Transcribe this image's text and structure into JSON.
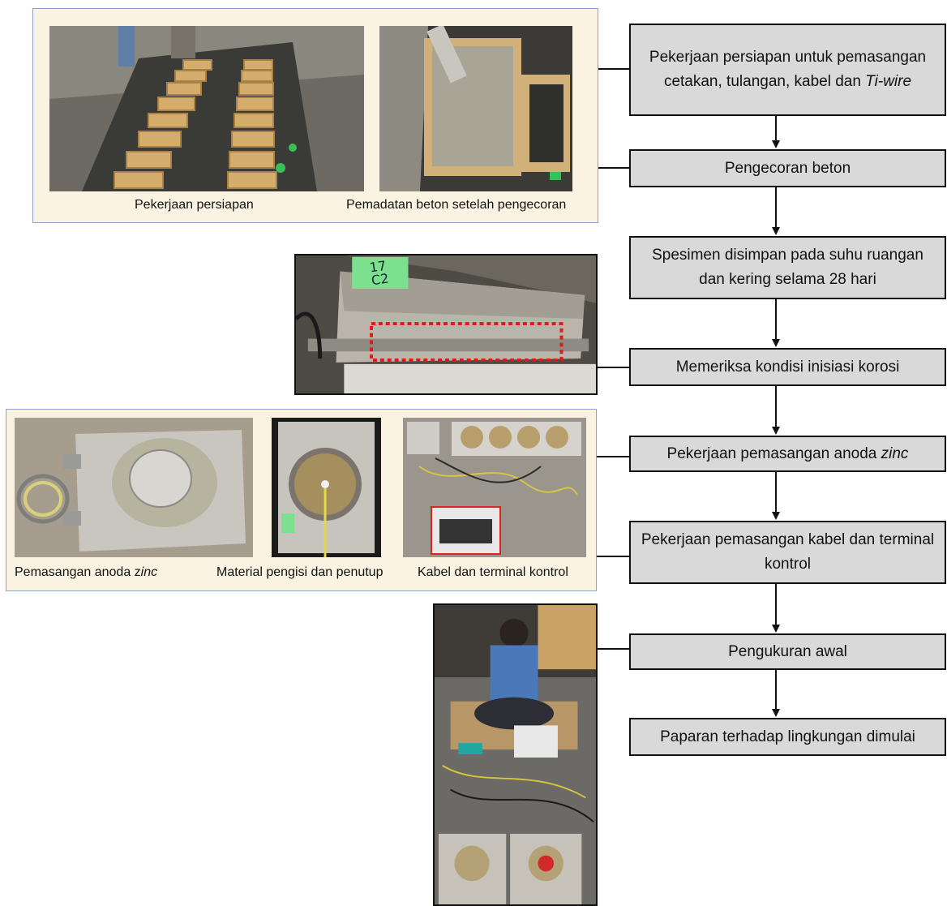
{
  "panels": {
    "top": {
      "caption_left": "Pekerjaan persiapan",
      "caption_right": "Pemadatan beton setelah pengecoran"
    },
    "middle": {
      "specimen_label": "17\nC2"
    },
    "anode": {
      "caption_1_pre": "Pemasangan anoda z",
      "caption_1_italic": "inc",
      "caption_2": "Material pengisi dan penutup",
      "caption_3": "Kabel dan terminal kontrol"
    }
  },
  "steps": [
    {
      "pre": "Pekerjaan persiapan untuk pemasangan cetakan, tulangan, kabel dan ",
      "italic": "Ti-wire",
      "post": ""
    },
    {
      "pre": "Pengecoran beton",
      "italic": "",
      "post": ""
    },
    {
      "pre": "Spesimen disimpan pada suhu ruangan dan kering selama 28 hari",
      "italic": "",
      "post": ""
    },
    {
      "pre": "Memeriksa kondisi inisiasi korosi",
      "italic": "",
      "post": ""
    },
    {
      "pre": "Pekerjaan pemasangan anoda ",
      "italic": "zinc",
      "post": ""
    },
    {
      "pre": "Pekerjaan pemasangan kabel dan terminal kontrol",
      "italic": "",
      "post": ""
    },
    {
      "pre": "Pengukuran awal",
      "italic": "",
      "post": ""
    },
    {
      "pre": "Paparan terhadap lingkungan dimulai",
      "italic": "",
      "post": ""
    }
  ]
}
